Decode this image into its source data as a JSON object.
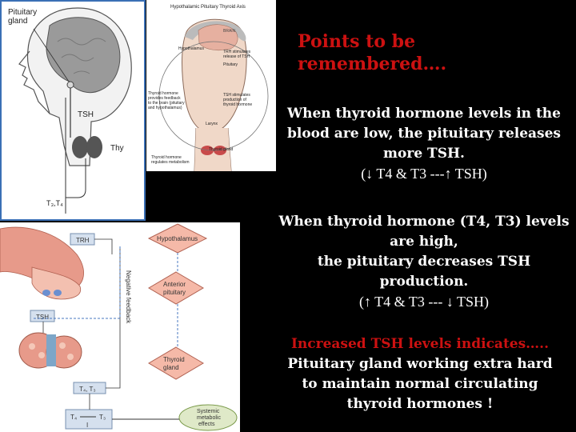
{
  "slide": {
    "heading": [
      "Points to be",
      "remembered…."
    ],
    "para1": {
      "lines": [
        "When thyroid hormone levels in the",
        "blood are low, the pituitary releases",
        "more TSH."
      ],
      "formula": "(↓ T4 & T3 ---↑ TSH)"
    },
    "para2": {
      "lines": [
        "When thyroid hormone (T4, T3) levels",
        "are high,",
        "the pituitary decreases TSH",
        "production."
      ],
      "formula": "(↑ T4 & T3 --- ↓ TSH)"
    },
    "para3": {
      "highlight": "Increased TSH levels indicates…..",
      "lines": [
        "Pituitary gland working extra hard",
        "to maintain normal circulating",
        "thyroid hormones !"
      ]
    }
  },
  "figure_head": {
    "pituitary_label": [
      "Pituitary",
      "gland"
    ],
    "tsh_label": "TSH",
    "thyroid_label": "Thy",
    "t3t4_label": "T₃,T₄"
  },
  "figure_axis": {
    "title": "Hypothalamic Pituitary Thyroid Axis",
    "brain": "BRAIN",
    "hypothalamus": "Hypothalamus",
    "trh": [
      "TRH stimulates",
      "release of TSH"
    ],
    "pituitary": "Pituitary",
    "thyroid_hormone": [
      "Thyroid hormone",
      "provides feedback",
      "to the brain (pituitary",
      "and hypothalamus)"
    ],
    "tsh_stim": [
      "TSH stimulates",
      "production of",
      "thyroid hormone"
    ],
    "larynx": "Larynx",
    "thyroid_gland": "Thyroid gland",
    "regulates": [
      "Thyroid hormone",
      "regulates metabolism"
    ]
  },
  "figure_feedback": {
    "trh": "TRH",
    "tsh": "TSH",
    "hypothalamus": "Hypothalamus",
    "anterior_pituitary": [
      "Anterior",
      "pituitary"
    ],
    "thyroid_gland": [
      "Thyroid",
      "gland"
    ],
    "t4t3": "T₄, T₃",
    "t4": "T₄",
    "t3": "T₃",
    "i": "I",
    "negative_feedback": "Negative feedback",
    "systemic": [
      "Systemic",
      "metabolic",
      "effects"
    ]
  },
  "colors": {
    "background": "#000000",
    "heading_red": "#cc1111",
    "body_text": "#ffffff",
    "tissue_pink": "#e79a8a",
    "panel_blue": "#3a6fb5"
  }
}
